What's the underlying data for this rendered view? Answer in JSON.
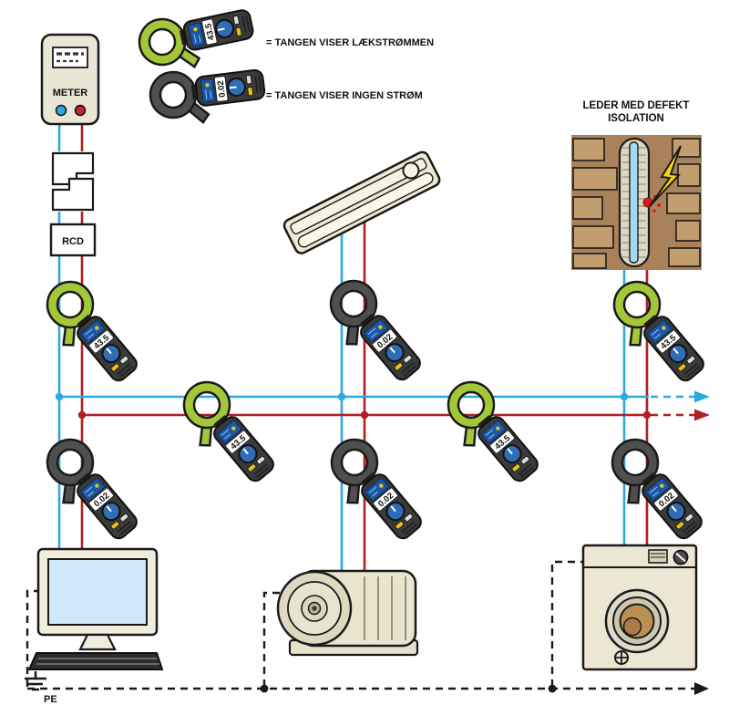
{
  "legend": {
    "items": [
      {
        "reading": "43.5",
        "label": "= TANGEN VISER LÆKSTRØMMEN"
      },
      {
        "reading": "0.02",
        "label": "= TANGEN VISER INGEN STRØM"
      }
    ]
  },
  "meter": {
    "label": "METER"
  },
  "rcd": {
    "label": "RCD"
  },
  "defect_label": {
    "line1": "LEDER MED DEFEKT",
    "line2": "ISOLATION"
  },
  "pe": {
    "label": "PE"
  },
  "clamps": {
    "left_upper": {
      "reading": "43.5",
      "type": "leakage-current"
    },
    "left_lower": {
      "reading": "0.02",
      "type": "no-current"
    },
    "lamp_drop": {
      "reading": "0.02",
      "type": "no-current"
    },
    "bus_left": {
      "reading": "43.5",
      "type": "leakage-current"
    },
    "bus_right": {
      "reading": "43.5",
      "type": "leakage-current"
    },
    "motor_drop": {
      "reading": "0.02",
      "type": "no-current"
    },
    "defect_branch": {
      "reading": "43.5",
      "type": "leakage-current"
    },
    "washer_drop": {
      "reading": "0.02",
      "type": "no-current"
    }
  },
  "colors": {
    "neutral_wire": "#2ca9e1",
    "phase_wire": "#b01f22",
    "leak_clamp_jaw": "#a4c639",
    "idle_clamp_jaw": "#4f4f4f",
    "pe_line": "#1a1a1a"
  }
}
